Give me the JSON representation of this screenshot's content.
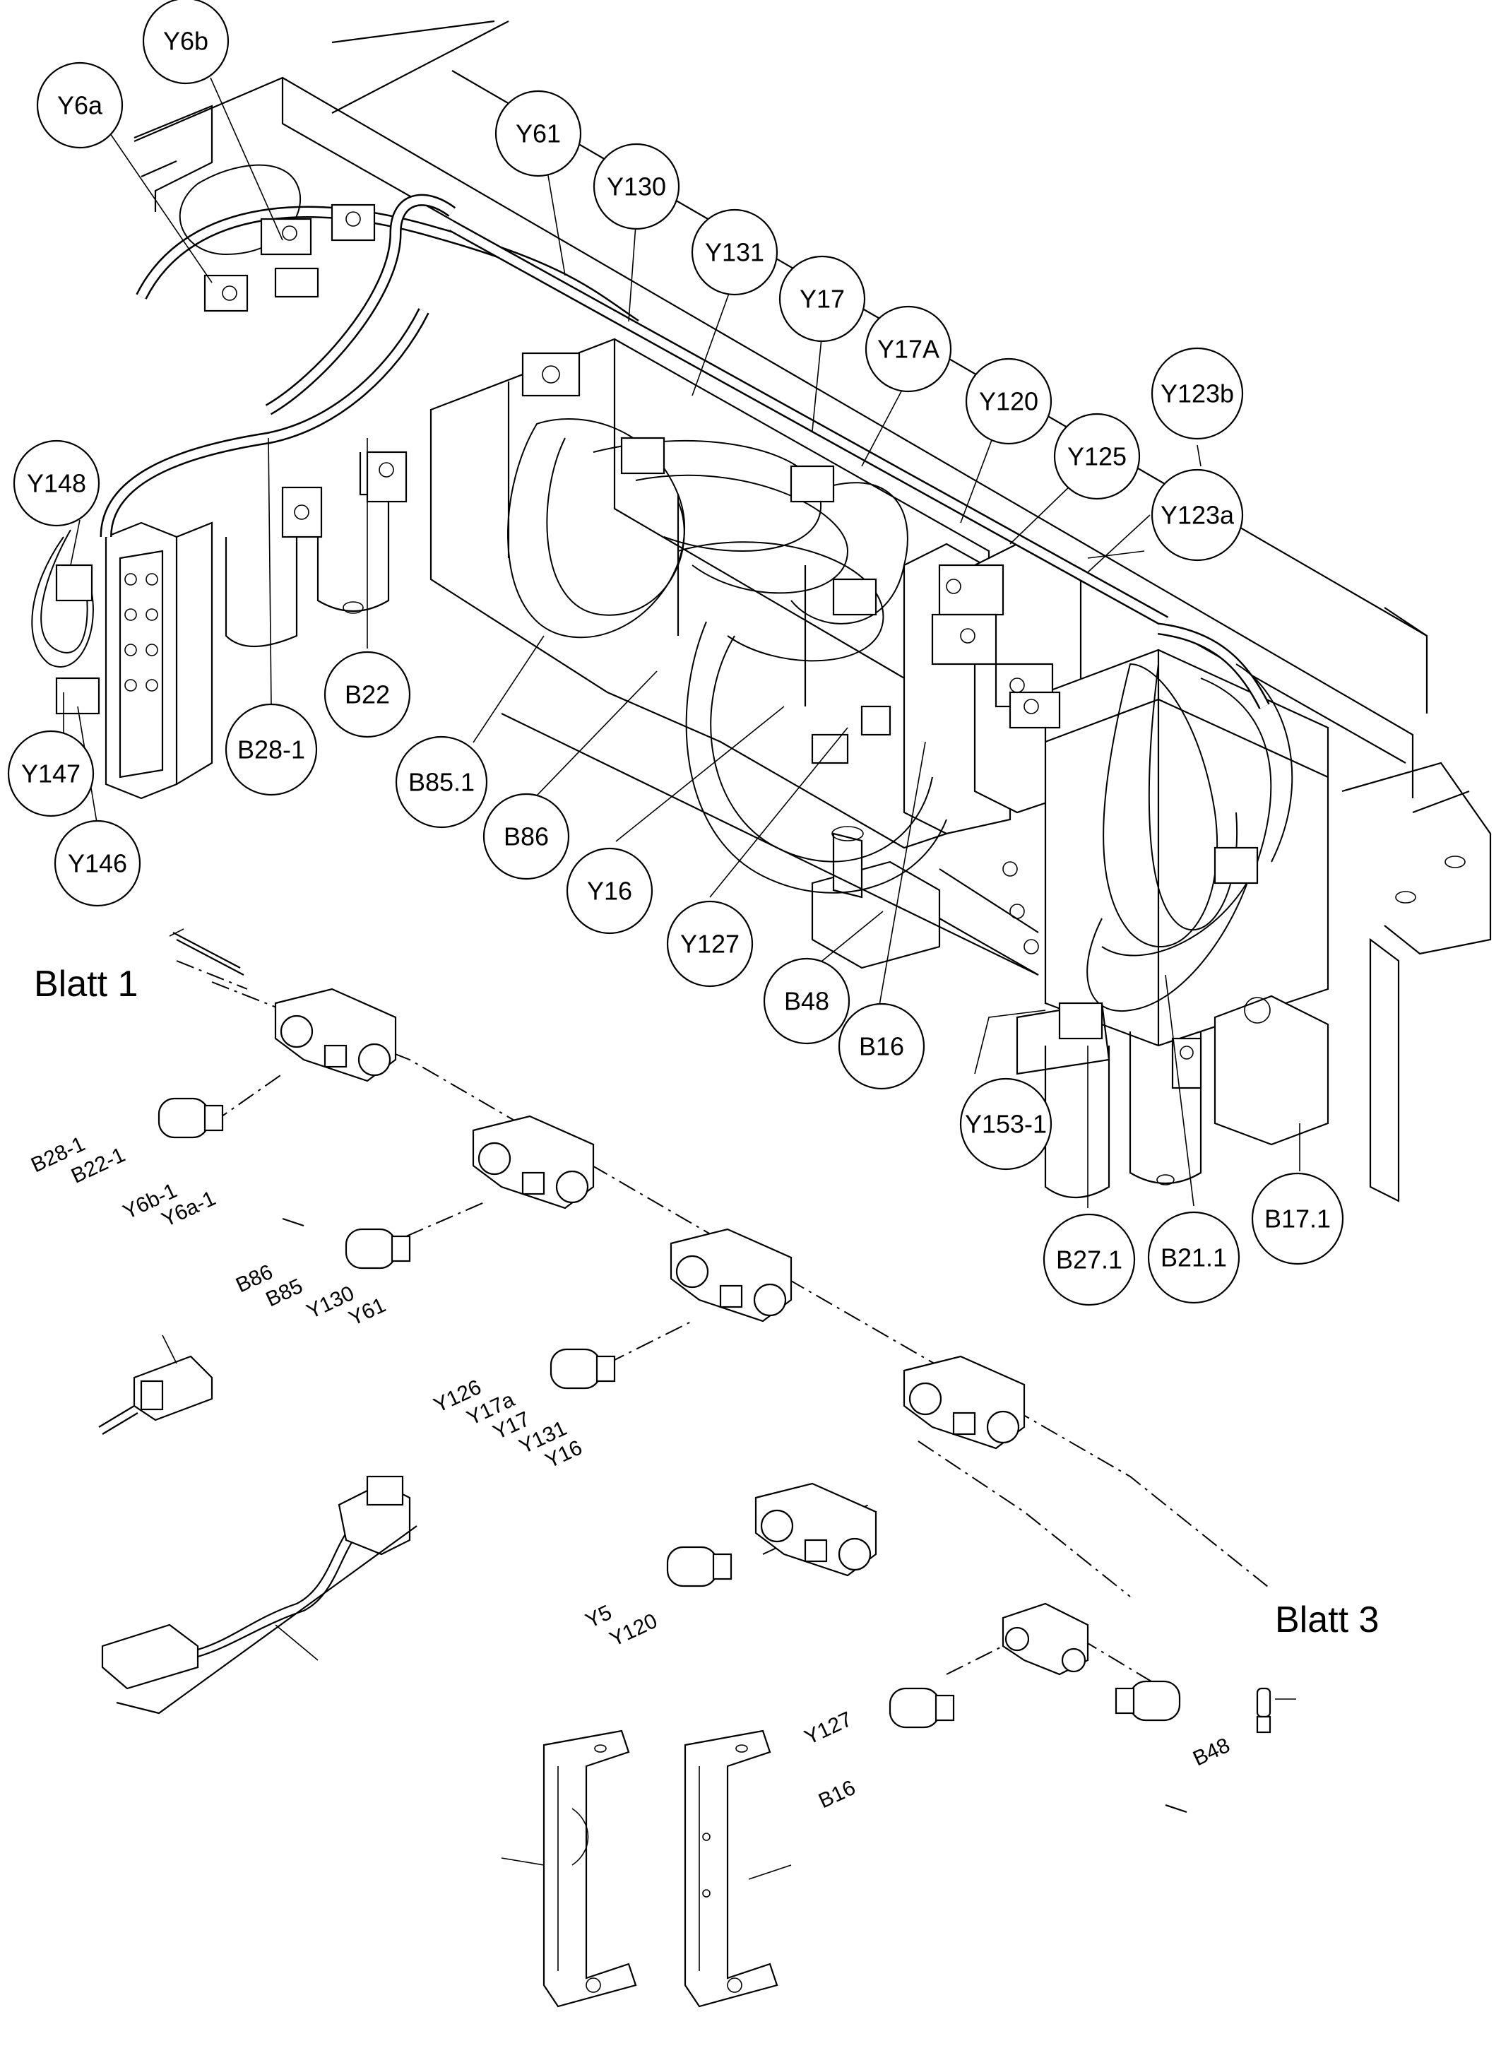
{
  "callouts": [
    {
      "id": "Y6a",
      "label": "Y6a"
    },
    {
      "id": "Y6b",
      "label": "Y6b"
    },
    {
      "id": "Y61",
      "label": "Y61"
    },
    {
      "id": "Y130",
      "label": "Y130"
    },
    {
      "id": "Y131",
      "label": "Y131"
    },
    {
      "id": "Y17",
      "label": "Y17"
    },
    {
      "id": "Y17A",
      "label": "Y17A"
    },
    {
      "id": "Y120",
      "label": "Y120"
    },
    {
      "id": "Y123b",
      "label": "Y123b"
    },
    {
      "id": "Y125",
      "label": "Y125"
    },
    {
      "id": "Y123a",
      "label": "Y123a"
    },
    {
      "id": "Y148",
      "label": "Y148"
    },
    {
      "id": "Y147",
      "label": "Y147"
    },
    {
      "id": "Y146",
      "label": "Y146"
    },
    {
      "id": "B28-1",
      "label": "B28-1"
    },
    {
      "id": "B22",
      "label": "B22"
    },
    {
      "id": "B85.1",
      "label": "B85.1"
    },
    {
      "id": "B86",
      "label": "B86"
    },
    {
      "id": "Y16",
      "label": "Y16"
    },
    {
      "id": "Y127",
      "label": "Y127"
    },
    {
      "id": "B48",
      "label": "B48"
    },
    {
      "id": "B16",
      "label": "B16"
    },
    {
      "id": "Y153-1",
      "label": "Y153-1"
    },
    {
      "id": "B27.1",
      "label": "B27.1"
    },
    {
      "id": "B21.1",
      "label": "B21.1"
    },
    {
      "id": "B17.1",
      "label": "B17.1"
    }
  ],
  "sheet_refs": {
    "sheet1": "Blatt 1",
    "sheet3": "Blatt 3"
  },
  "part_labels": {
    "g1": [
      "B28-1",
      "B22-1",
      "Y6b-1",
      "Y6a-1"
    ],
    "g2": [
      "B86",
      "B85",
      "Y130",
      "Y61"
    ],
    "g3": [
      "Y126",
      "Y17a",
      "Y17",
      "Y131",
      "Y16"
    ],
    "g4": [
      "Y5",
      "Y120"
    ],
    "g5": [
      "Y127",
      "B16"
    ],
    "g6": [
      "B48"
    ]
  }
}
